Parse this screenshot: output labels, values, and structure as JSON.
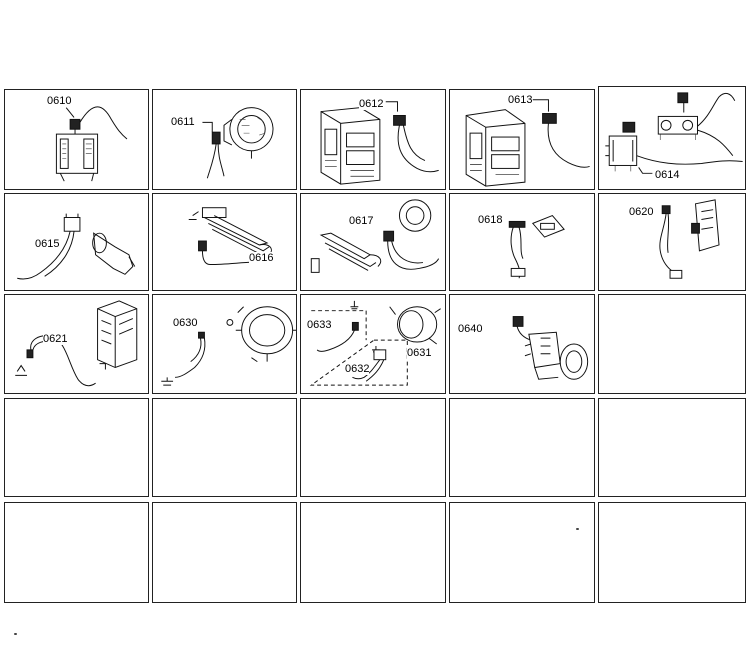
{
  "diagram": {
    "part_labels": {
      "p0610": "0610",
      "p0611": "0611",
      "p0612": "0612",
      "p0613": "0613",
      "p0614": "0614",
      "p0615": "0615",
      "p0616": "0616",
      "p0617": "0617",
      "p0618": "0618",
      "p0620": "0620",
      "p0621": "0621",
      "p0630": "0630",
      "p0631": "0631",
      "p0632": "0632",
      "p0633": "0633",
      "p0640": "0640"
    }
  }
}
